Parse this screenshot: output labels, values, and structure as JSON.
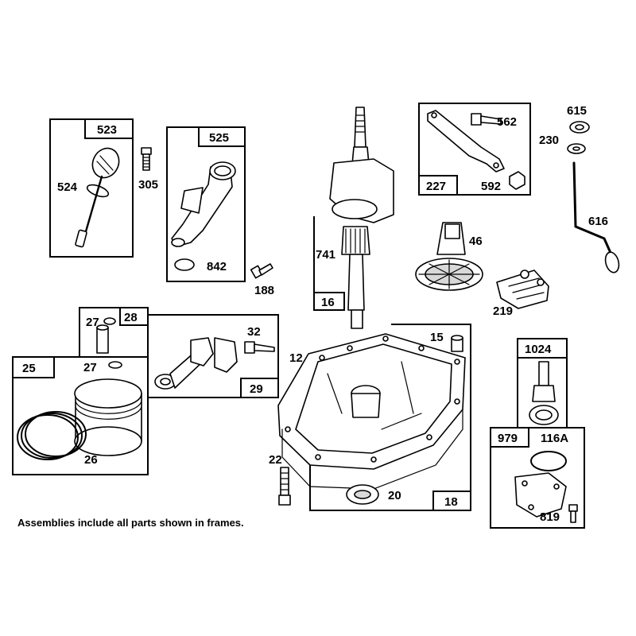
{
  "labels": {
    "p523": "523",
    "p524": "524",
    "p305": "305",
    "p525": "525",
    "p842": "842",
    "p188": "188",
    "p741": "741",
    "p16": "16",
    "p227": "227",
    "p562": "562",
    "p592": "592",
    "p615": "615",
    "p230": "230",
    "p616": "616",
    "p46": "46",
    "p219": "219",
    "p27a": "27",
    "p28": "28",
    "p32": "32",
    "p25": "25",
    "p27b": "27",
    "p29": "29",
    "p26": "26",
    "p12": "12",
    "p15": "15",
    "p22": "22",
    "p20": "20",
    "p18": "18",
    "p1024": "1024",
    "p979": "979",
    "p116a": "116A",
    "p819": "819"
  },
  "footnote": "Assemblies include all parts shown in frames.",
  "colors": {
    "line": "#000000",
    "shade": "#d9d9d9",
    "background": "#ffffff"
  }
}
